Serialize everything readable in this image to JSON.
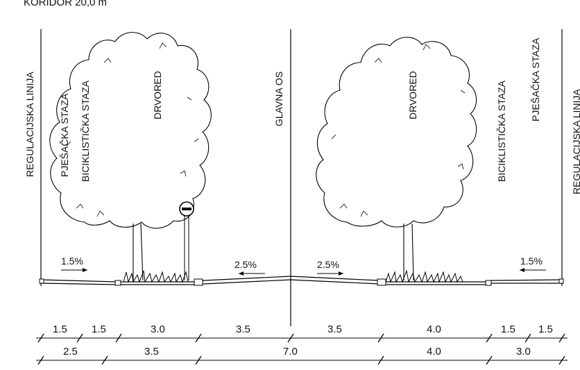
{
  "title": "KORIDOR  20,0 m",
  "vertical_labels": {
    "left_regulation": "REGULACIJSKA LINIJA",
    "left_pedestrian": "PJEŠAČKA STAZA",
    "left_bicycle": "BICIKLISTIČKA STAZA",
    "left_trees": "DRVORED",
    "main_axis": "GLAVNA OS",
    "right_trees": "DRVORED",
    "right_bicycle": "BICIKLISTIČKA STAZA",
    "right_pedestrian": "PJEŠAČKA STAZA",
    "right_regulation": "REGULACIJSKA LINIJA"
  },
  "slopes": [
    "1.5%",
    "2.5%",
    "2.5%",
    "1.5%"
  ],
  "dimensions_row1": [
    "1.5",
    "1.5",
    "3.0",
    "3.5",
    "3.5",
    "4.0",
    "1.5",
    "1.5"
  ],
  "dimensions_row2": [
    "2.5",
    "3.5",
    "7.0",
    "4.0",
    "3.0"
  ]
}
